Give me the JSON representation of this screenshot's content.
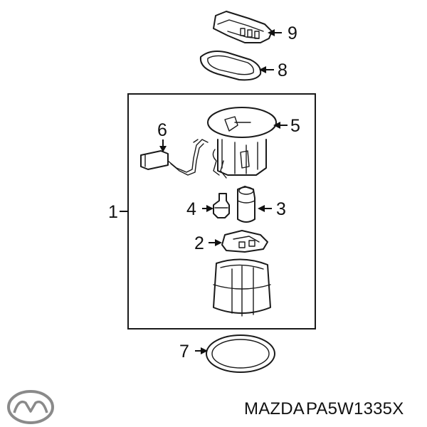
{
  "callouts": [
    {
      "id": "1",
      "label": "1"
    },
    {
      "id": "2",
      "label": "2"
    },
    {
      "id": "3",
      "label": "3"
    },
    {
      "id": "4",
      "label": "4"
    },
    {
      "id": "5",
      "label": "5"
    },
    {
      "id": "6",
      "label": "6"
    },
    {
      "id": "7",
      "label": "7"
    },
    {
      "id": "8",
      "label": "8"
    },
    {
      "id": "9",
      "label": "9"
    }
  ],
  "caption": {
    "brand": "MAZDA",
    "part_number": "PA5W1335X"
  },
  "logo": {
    "icon": "mazda-logo-icon"
  }
}
